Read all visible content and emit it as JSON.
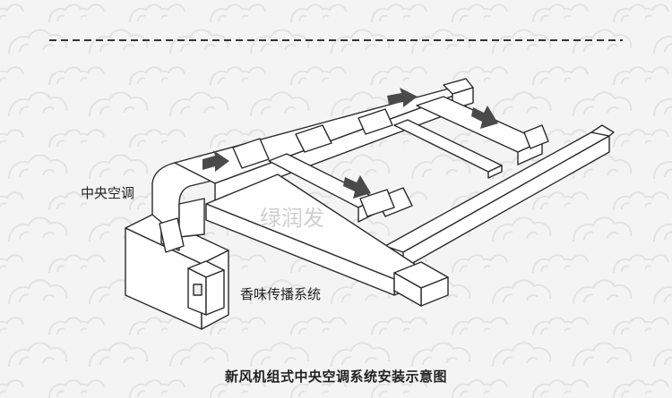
{
  "labels": {
    "central_ac": "中央空调",
    "aroma_system": "香味传播系统"
  },
  "caption": "新风机组式中央空调系统安装示意图",
  "watermark": "绿润发",
  "colors": {
    "background": "#f4f4f4",
    "pattern": "#e2e2e2",
    "duct_fill": "#ffffff",
    "duct_stroke": "#2a2a2a",
    "arrow": "#4a4a4a",
    "dashed_rule": "#333333"
  },
  "arrows": [
    {
      "name": "arrow-right-1",
      "direction": "right"
    },
    {
      "name": "arrow-up-right",
      "direction": "right"
    },
    {
      "name": "arrow-down-right-1",
      "direction": "down-right"
    },
    {
      "name": "arrow-down-right-2",
      "direction": "down-right"
    }
  ]
}
